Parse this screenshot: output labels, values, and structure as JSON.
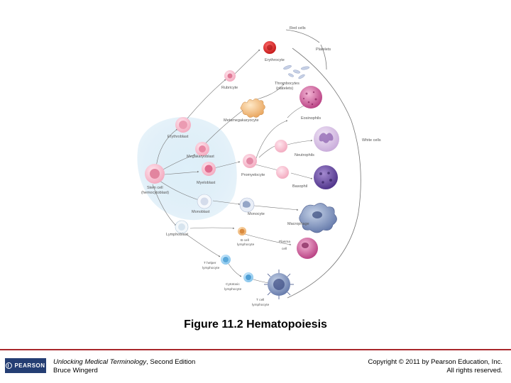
{
  "labels": {
    "red_cells": "Red cells",
    "erythrocyte": "Erythrocyte",
    "platelets": "Platelets",
    "rubricyte": "Rubricyte",
    "thrombocytes_1": "Thrombocytes",
    "thrombocytes_2": "(platelets)",
    "metamegakaryocyte": "Metamegakaryocyte",
    "eosinophils": "Eosinophils",
    "erythroblast": "Erythroblast",
    "white_cells": "White cells",
    "megakaryoblast": "Megakaryoblast",
    "neutrophils": "Neutrophils",
    "stem_cell_1": "Stem cell",
    "stem_cell_2": "(hemocytoblast)",
    "promyelocyte": "Promyelocyte",
    "myeloblast": "Myeloblast",
    "basophil": "Basophil",
    "monoblast": "Monoblast",
    "monocyte": "Monocyte",
    "macrophage": "Macrophage",
    "lymphoblast": "Lymphoblast",
    "b_cell_1": "B cell",
    "b_cell_2": "lymphocyte",
    "plasma_cell_1": "Plasma",
    "plasma_cell_2": "cell",
    "t_helper_1": "T helper",
    "t_helper_2": "lymphocyte",
    "cytotoxic_1": "Cytotoxic",
    "cytotoxic_2": "lymphocyte",
    "t_cell_1": "T cell",
    "t_cell_2": "lymphocyte"
  },
  "caption": "Figure 11.2   Hematopoiesis",
  "footer": {
    "logo": "PEARSON",
    "book_title": "Unlocking Medical Terminology",
    "book_edition": ", Second Edition",
    "author": "Bruce Wingerd",
    "copyright": "Copyright © 2011 by Pearson Education, Inc.",
    "rights": "All rights reserved."
  },
  "colors": {
    "accent_rule": "#a9262b",
    "logo_bg": "#243e73",
    "stem_zone": "#c9e3f3",
    "erythrocyte": "#d42020",
    "arrow": "#777777"
  }
}
